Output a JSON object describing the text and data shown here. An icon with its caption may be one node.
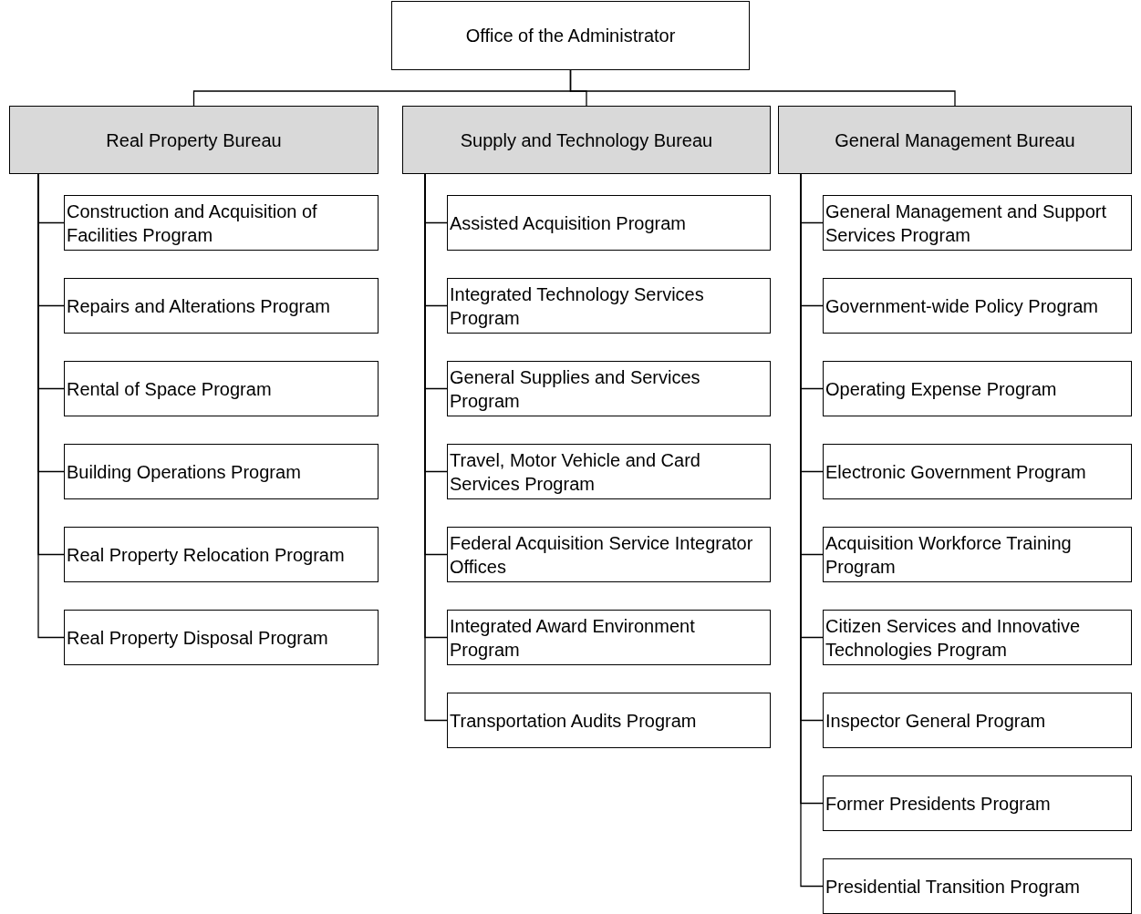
{
  "diagram": {
    "nodes": [
      {
        "text": [
          "Office of the Administrator"
        ]
      },
      {
        "text": [
          "Real Property Bureau"
        ]
      },
      {
        "text": [
          "Supply and Technology Bureau"
        ]
      },
      {
        "text": [
          "General Management Bureau"
        ]
      },
      {
        "text": [
          "Construction and Acquisition of Facilities Program"
        ]
      },
      {
        "text": [
          "Repairs and Alterations Program"
        ]
      },
      {
        "text": [
          "Rental of Space Program"
        ]
      },
      {
        "text": [
          "Building Operations Program"
        ]
      },
      {
        "text": [
          "Real Property Relocation Program"
        ]
      },
      {
        "text": [
          "Real Property Disposal Program"
        ]
      },
      {
        "text": [
          "Assisted Acquisition Program"
        ]
      },
      {
        "text": [
          "Integrated Technology Services Program"
        ]
      },
      {
        "text": [
          "General Supplies and Services Program"
        ]
      },
      {
        "text": [
          "Travel, Motor Vehicle and Card Services Program"
        ]
      },
      {
        "text": [
          "Federal Acquisition Service Integrator Offices"
        ]
      },
      {
        "text": [
          "Integrated Award Environment Program"
        ]
      },
      {
        "text": [
          "Transportation Audits Program"
        ]
      },
      {
        "text": [
          "General Management and Support Services Program"
        ]
      },
      {
        "text": [
          "Government-wide Policy Program"
        ]
      },
      {
        "text": [
          "Operating Expense Program"
        ]
      },
      {
        "text": [
          "Electronic Government Program"
        ]
      },
      {
        "text": [
          "Acquisition Workforce Training Program"
        ]
      },
      {
        "text": [
          "Citizen Services and Innovative Technologies Program"
        ]
      },
      {
        "text": [
          "Inspector General Program"
        ]
      },
      {
        "text": [
          "Former Presidents Program"
        ]
      },
      {
        "text": [
          "Presidential Transition Program"
        ]
      }
    ],
    "edges": [
      {
        "from": 0,
        "to": 1,
        "arrow": "none"
      },
      {
        "from": 0,
        "to": 2,
        "arrow": "none"
      },
      {
        "from": 0,
        "to": 3,
        "arrow": "none"
      },
      {
        "from": 1,
        "to": 4,
        "arrow": "none"
      },
      {
        "from": 1,
        "to": 5,
        "arrow": "none"
      },
      {
        "from": 1,
        "to": 6,
        "arrow": "none"
      },
      {
        "from": 1,
        "to": 7,
        "arrow": "none"
      },
      {
        "from": 1,
        "to": 8,
        "arrow": "none"
      },
      {
        "from": 1,
        "to": 9,
        "arrow": "none"
      },
      {
        "from": 2,
        "to": 10,
        "arrow": "none"
      },
      {
        "from": 2,
        "to": 11,
        "arrow": "none"
      },
      {
        "from": 2,
        "to": 12,
        "arrow": "none"
      },
      {
        "from": 2,
        "to": 13,
        "arrow": "none"
      },
      {
        "from": 2,
        "to": 14,
        "arrow": "none"
      },
      {
        "from": 2,
        "to": 15,
        "arrow": "none"
      },
      {
        "from": 2,
        "to": 16,
        "arrow": "none"
      },
      {
        "from": 3,
        "to": 17,
        "arrow": "none"
      },
      {
        "from": 3,
        "to": 18,
        "arrow": "none"
      },
      {
        "from": 3,
        "to": 19,
        "arrow": "none"
      },
      {
        "from": 3,
        "to": 20,
        "arrow": "none"
      },
      {
        "from": 3,
        "to": 21,
        "arrow": "none"
      },
      {
        "from": 3,
        "to": 22,
        "arrow": "none"
      },
      {
        "from": 3,
        "to": 23,
        "arrow": "none"
      },
      {
        "from": 3,
        "to": 24,
        "arrow": "none"
      },
      {
        "from": 3,
        "to": 25,
        "arrow": "none"
      }
    ]
  }
}
